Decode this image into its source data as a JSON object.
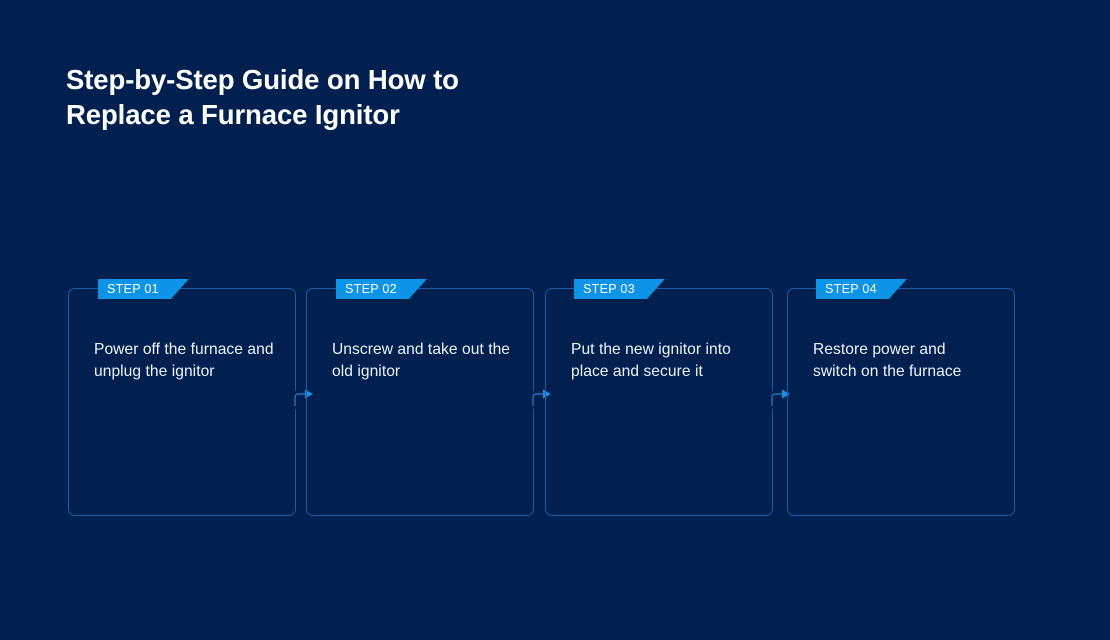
{
  "page": {
    "background_color": "#02204f",
    "accent_color": "#0d94e7",
    "border_color": "#1b5ca8",
    "text_color": "#eef3fb"
  },
  "title": "Step-by-Step Guide on How to\nReplace a Furnace Ignitor",
  "steps": [
    {
      "badge": "STEP 01",
      "text": "Power off the furnace and unplug the ignitor",
      "connector_icon": "arrow-right-icon"
    },
    {
      "badge": "STEP 02",
      "text": "Unscrew and take out the old ignitor",
      "connector_icon": "arrow-right-icon"
    },
    {
      "badge": "STEP 03",
      "text": "Put the new ignitor into place and secure it",
      "connector_icon": "arrow-right-icon"
    },
    {
      "badge": "STEP 04",
      "text": "Restore power and switch on the furnace",
      "connector_icon": ""
    }
  ]
}
